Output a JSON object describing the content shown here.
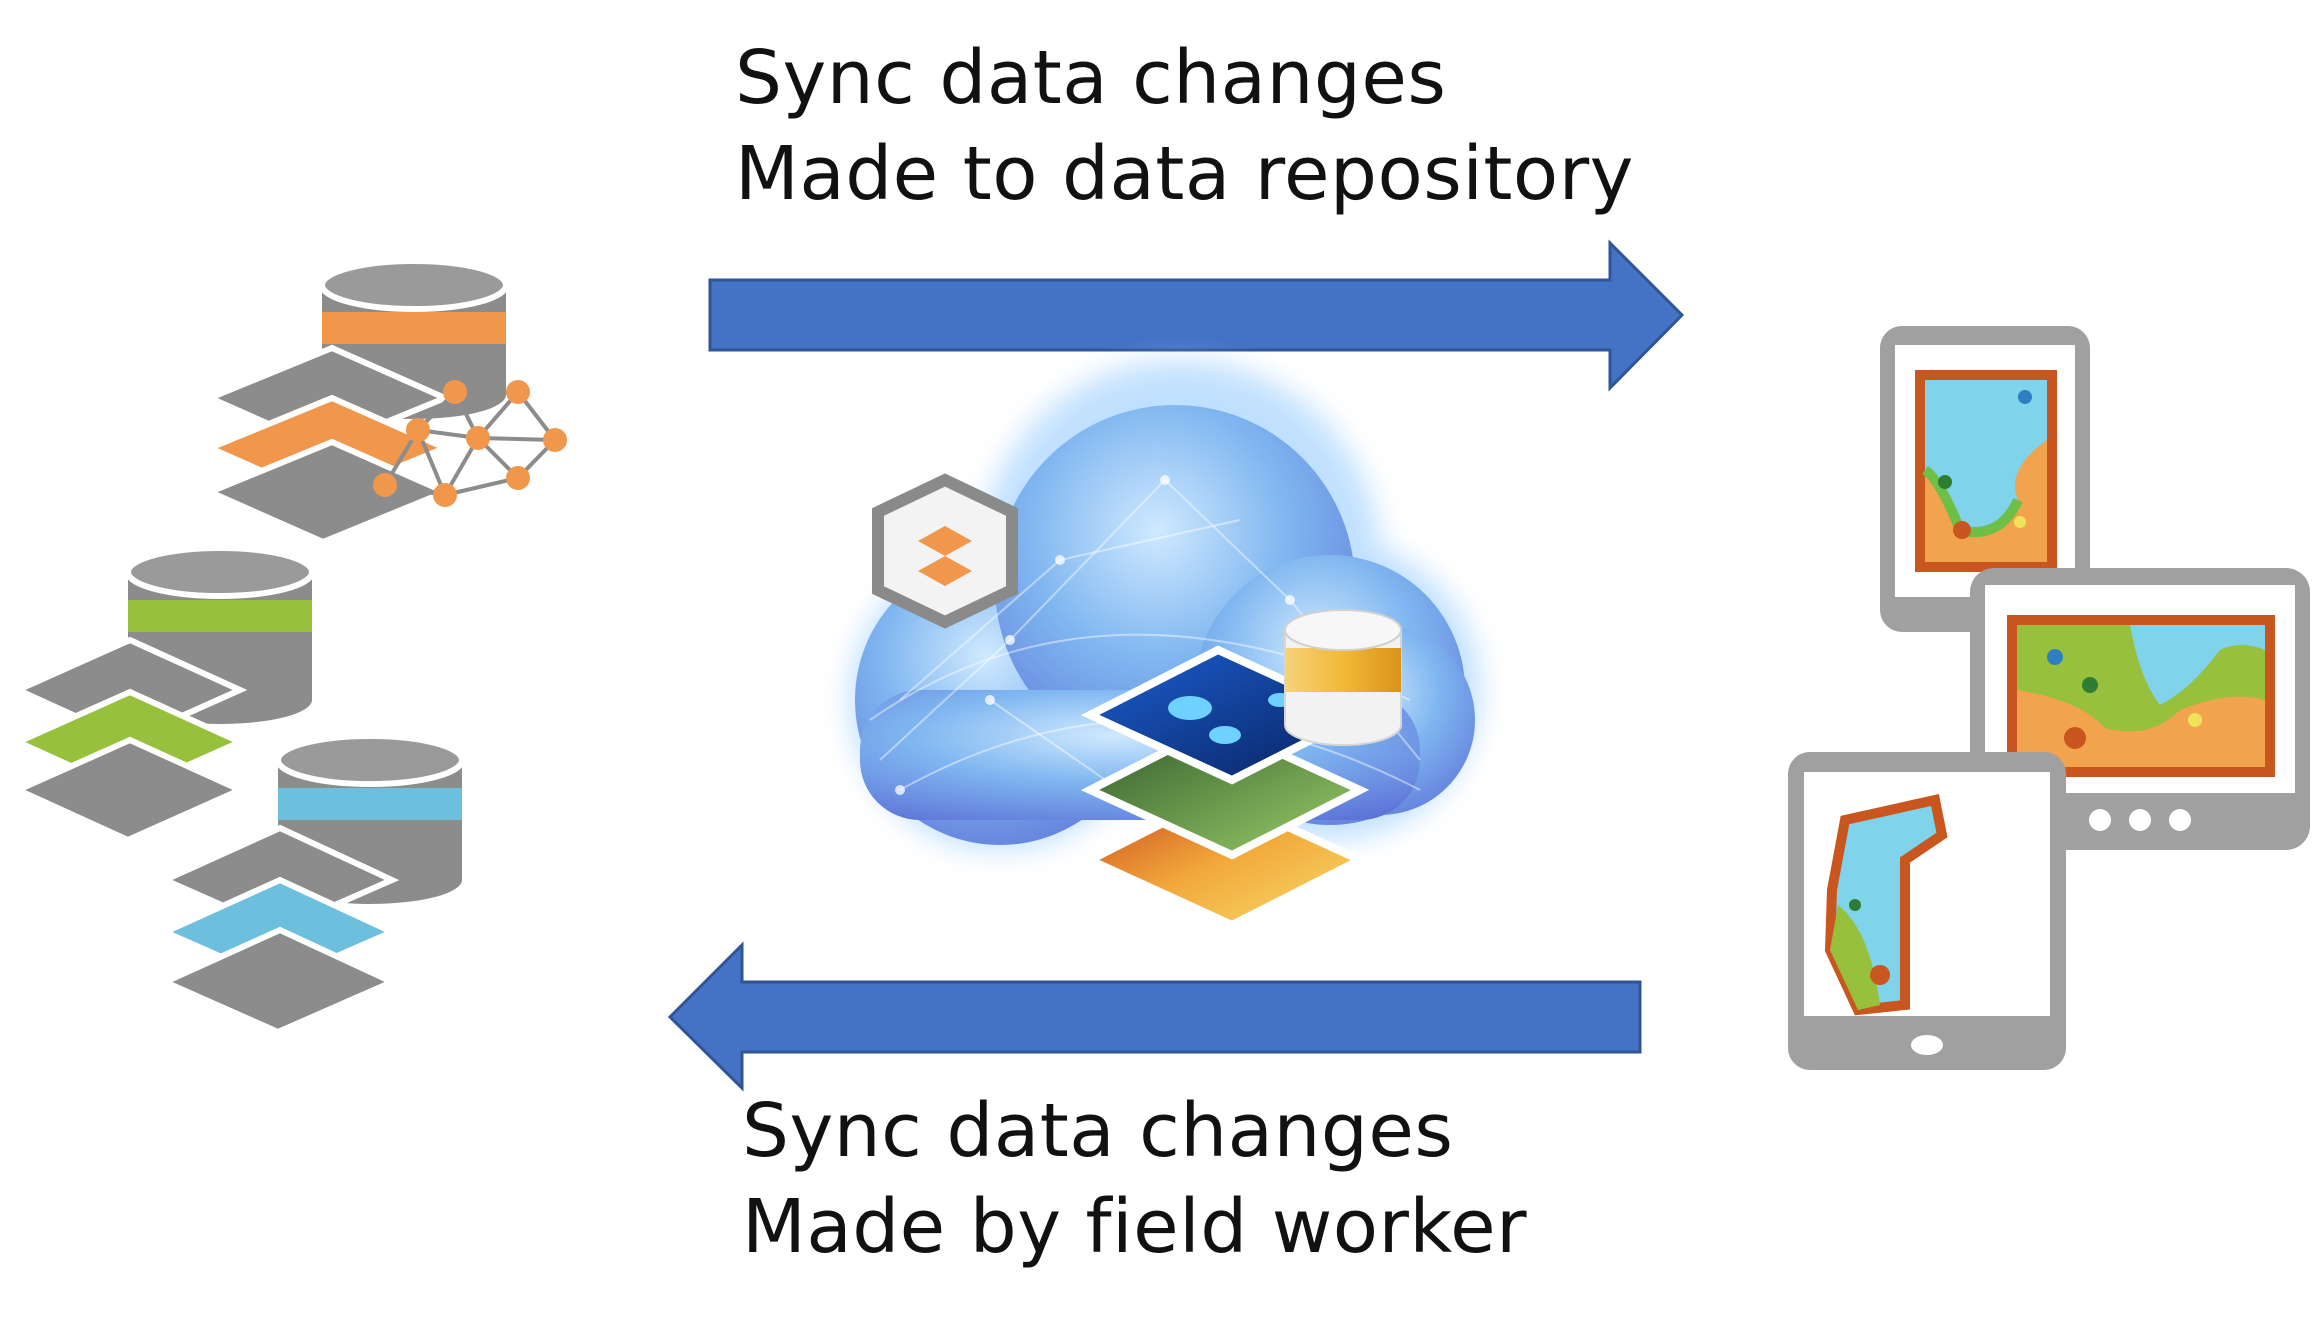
{
  "labels": {
    "top_line1": "Sync data changes",
    "top_line2": "Made to data repository",
    "bottom_line1": "Sync data changes",
    "bottom_line2": "Made by field worker"
  },
  "icons": {
    "left": "layered-database-stack-icon",
    "center": "cloud-data-repository-icon",
    "right": "mobile-devices-map-icon",
    "top_arrow": "arrow-right-icon",
    "bottom_arrow": "arrow-left-icon"
  },
  "colors": {
    "arrow_fill": "#4472C4",
    "arrow_stroke": "#2F5597",
    "gray": "#8C8C8C",
    "orange": "#F0974C",
    "green": "#97C03C",
    "blue": "#6CC0DD",
    "device_frame": "#A0A0A0",
    "map_border": "#C8561E"
  }
}
